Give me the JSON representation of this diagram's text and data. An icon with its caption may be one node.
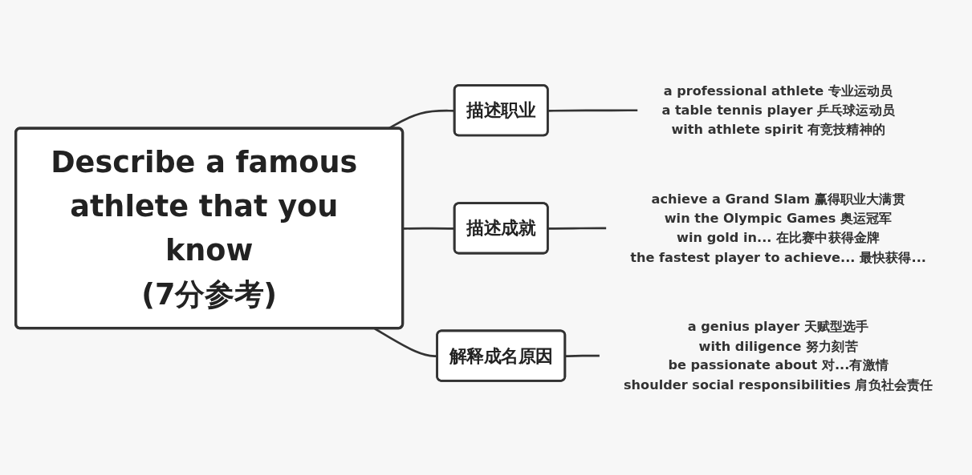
{
  "diagram": {
    "nodes": [
      {
        "text": [
          "Describe a famous athlete that you know",
          "(7分参考)"
        ]
      },
      {
        "text": [
          "描述职业"
        ]
      },
      {
        "text": [
          "描述成就"
        ]
      },
      {
        "text": [
          "解释成名原因"
        ]
      },
      {
        "text": [
          "a professional athlete 专业运动员",
          "a table tennis player 乒乓球运动员",
          "with athlete spirit 有竞技精神的"
        ]
      },
      {
        "text": [
          "achieve a Grand Slam 赢得职业大满贯",
          "win the Olympic Games 奥运冠军",
          "win gold in... 在比赛中获得金牌",
          "the fastest player to achieve... 最快获得..."
        ]
      },
      {
        "text": [
          "a genius player 天赋型选手",
          "with diligence 努力刻苦",
          "be passionate about 对...有激情",
          "shoulder social responsibilities 肩负社会责任"
        ]
      }
    ],
    "edges": [
      {
        "from": 0,
        "to": 1,
        "arrow": "none"
      },
      {
        "from": 0,
        "to": 2,
        "arrow": "none"
      },
      {
        "from": 0,
        "to": 3,
        "arrow": "none"
      },
      {
        "from": 1,
        "to": 4,
        "arrow": "none"
      },
      {
        "from": 2,
        "to": 5,
        "arrow": "none"
      },
      {
        "from": 3,
        "to": 6,
        "arrow": "none"
      }
    ]
  }
}
